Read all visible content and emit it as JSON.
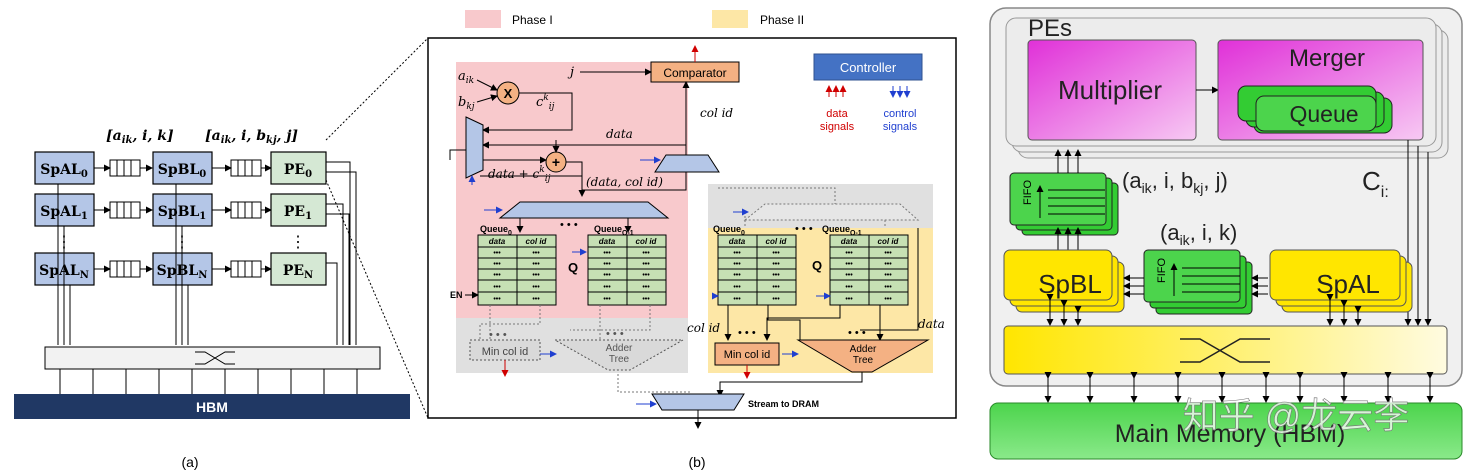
{
  "colors": {
    "blue_box": "#b4c6e7",
    "green_box": "#d5e8d4",
    "hbm_bar": "#203864",
    "phase1": "#f8c9cc",
    "phase2": "#fde7a6",
    "comparator": "#f4b183",
    "controller": "#4472c4",
    "queue_green": "#c6e0b4",
    "magenta": "#e040d8",
    "bright_green": "#33cc33",
    "yellow": "#ffe600",
    "main_memory": "#4cd44c"
  },
  "panel_a": {
    "label": "(a)",
    "tuple_left": "[a_ik, i, k]",
    "tuple_right": "[a_ik, i, b_kj, j]",
    "spal": [
      "SpAL0",
      "SpAL1",
      "SpALN"
    ],
    "spbl": [
      "SpBL0",
      "SpBL1",
      "SpBLN"
    ],
    "pe": [
      "PE0",
      "PE1",
      "PEN"
    ],
    "vdots": "⋮",
    "hbm": "HBM"
  },
  "panel_b": {
    "label": "(b)",
    "legend": {
      "phase1": "Phase I",
      "phase2": "Phase II"
    },
    "comparator": "Comparator",
    "controller": "Controller",
    "data_signals": "data signals",
    "control_signals": "control signals",
    "j": "j",
    "aik": "aik",
    "bkj": "bkj",
    "x": "X",
    "plus": "+",
    "ckij": "ckij",
    "col_id": "col id",
    "data": "data",
    "data_plus": "data + ckij",
    "data_colid": "(data, col id)",
    "queue0": "Queue0",
    "queueq1": "QueueQ-1",
    "q": "Q",
    "col_data": "data",
    "col_colid": "col id",
    "cell": "•••",
    "en": "EN",
    "dots": "• • •",
    "min_col_id": "Min col id",
    "adder_tree": "Adder Tree",
    "stream": "Stream to DRAM"
  },
  "panel_c": {
    "pes": "PEs",
    "multiplier": "Multiplier",
    "merger": "Merger",
    "queue": "Queue",
    "tuple_top": "(aik, i, bkj, j)",
    "ci": "Ci:",
    "tuple_mid": "(aik, i, k)",
    "fifo": "FIFO",
    "spbl": "SpBL",
    "spal": "SpAL",
    "main_memory": "Main Memory (HBM)",
    "watermark": "知乎 @龙云李"
  }
}
